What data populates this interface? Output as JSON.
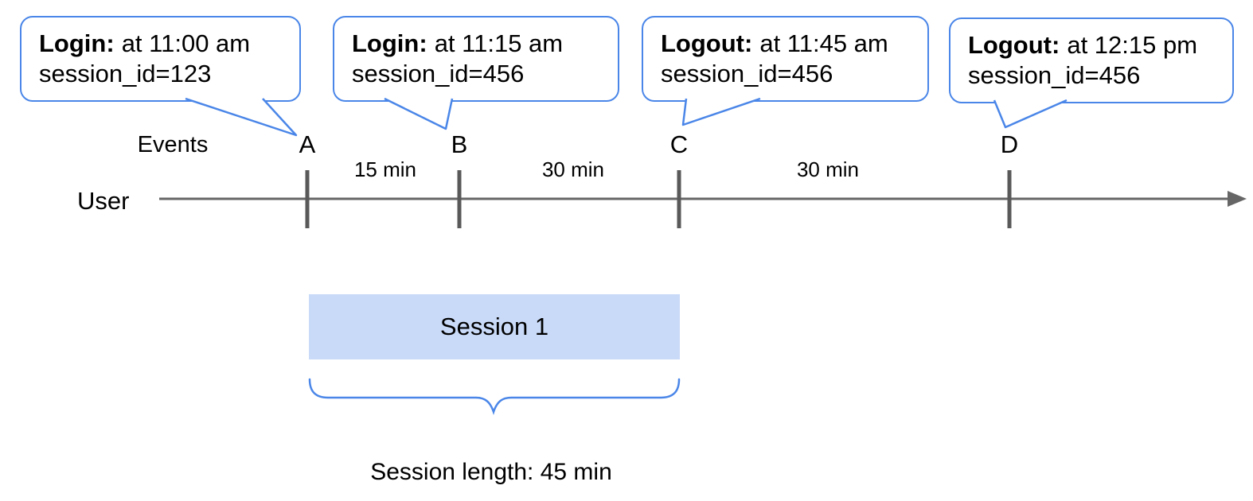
{
  "callouts": [
    {
      "title": "Login:",
      "time": "at 11:00 am",
      "session": "session_id=123"
    },
    {
      "title": "Login:",
      "time": "at 11:15 am",
      "session": "session_id=456"
    },
    {
      "title": "Logout:",
      "time": "at 11:45 am",
      "session": "session_id=456"
    },
    {
      "title": "Logout:",
      "time": "at 12:15 pm",
      "session": "session_id=456"
    }
  ],
  "timeline": {
    "events_label": "Events",
    "user_label": "User",
    "markers": [
      {
        "label": "A"
      },
      {
        "label": "B"
      },
      {
        "label": "C"
      },
      {
        "label": "D"
      }
    ],
    "intervals": [
      "15 min",
      "30 min",
      "30 min"
    ]
  },
  "session": {
    "box_label": "Session 1",
    "length_label": "Session length: 45 min"
  },
  "colors": {
    "callout_stroke": "#4a86e8",
    "session_fill": "#c9daf8",
    "axis_gray": "#666666",
    "tick_gray": "#595959"
  }
}
